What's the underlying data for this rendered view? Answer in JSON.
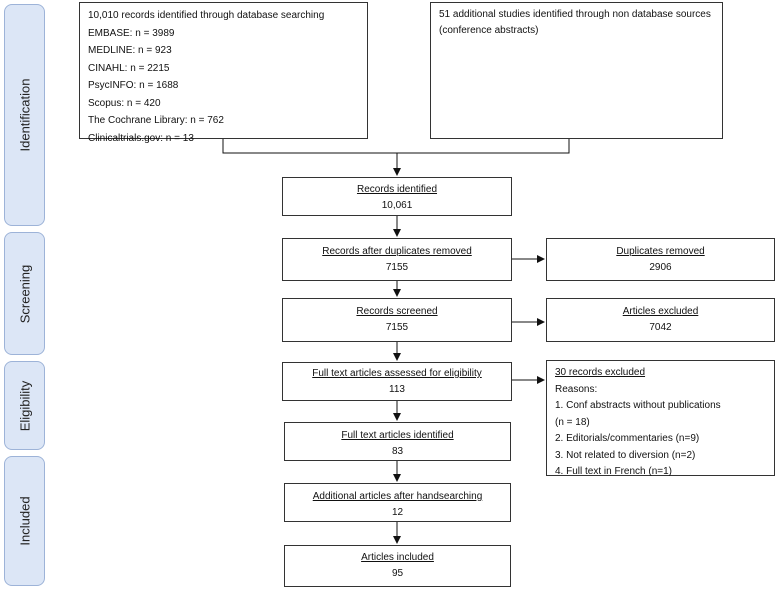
{
  "phases": {
    "identification": "Identification",
    "screening": "Screening",
    "eligibility": "Eligibility",
    "included": "Included"
  },
  "sources": {
    "database": {
      "heading": "10,010 records identified through database searching",
      "lines": [
        "EMBASE: n = 3989",
        "MEDLINE: n = 923",
        "CINAHL: n = 2215",
        "PsycINFO: n = 1688",
        "Scopus: n = 420",
        "The Cochrane Library: n = 762",
        "Clinicaltrials.gov: n = 13"
      ]
    },
    "other": {
      "heading": "51 additional studies identified through non database sources (conference abstracts)"
    }
  },
  "flow": {
    "identified": {
      "title": "Records identified",
      "count": "10,061"
    },
    "dedup": {
      "title": "Records after duplicates removed",
      "count": "7155"
    },
    "duplicates_removed": {
      "title": "Duplicates removed",
      "count": "2906"
    },
    "screened": {
      "title": "Records screened",
      "count": "7155"
    },
    "excluded": {
      "title": "Articles excluded",
      "count": "7042"
    },
    "fulltext": {
      "title": "Full text articles assessed for eligibility",
      "count": "113"
    },
    "records_excluded": {
      "title": "30 records excluded",
      "reasons_label": "Reasons:",
      "reasons": [
        "1. Conf abstracts without publications",
        "(n = 18)",
        "2. Editorials/commentaries (n=9)",
        "3. Not related to diversion (n=2)",
        "4. Full text in French (n=1)"
      ]
    },
    "fulltext_identified": {
      "title": "Full text articles identified",
      "count": "83"
    },
    "handsearch": {
      "title": "Additional articles after handsearching",
      "count": "12"
    },
    "included": {
      "title": "Articles included",
      "count": "95"
    }
  }
}
